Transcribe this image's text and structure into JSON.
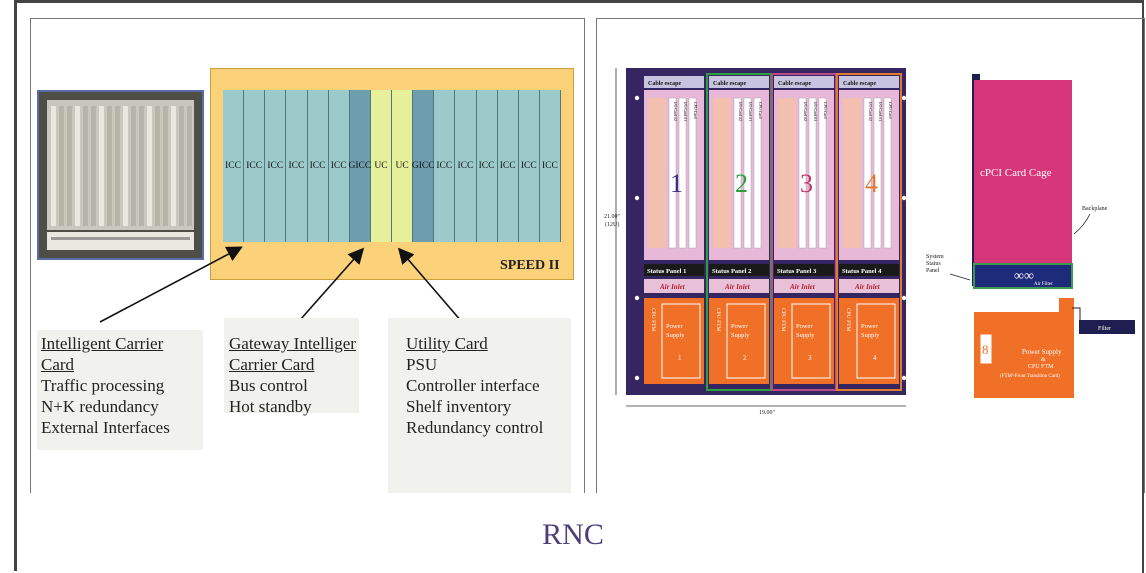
{
  "title": "RNC",
  "shelf": {
    "label": "SPEED II",
    "slots": [
      "ICC",
      "ICC",
      "ICC",
      "ICC",
      "ICC",
      "ICC",
      "GICC",
      "UC",
      "UC",
      "GICC",
      "ICC",
      "ICC",
      "ICC",
      "ICC",
      "ICC",
      "ICC"
    ]
  },
  "captions": {
    "icc": {
      "heading1": "Intelligent Carrier",
      "heading2": "Card",
      "lines": [
        "Traffic processing",
        "N+K redundancy",
        "External Interfaces"
      ]
    },
    "gicc": {
      "heading1": "Gateway Intelliger",
      "heading2": "Carrier Card",
      "lines": [
        "Bus control",
        "Hot standby"
      ]
    },
    "uc": {
      "heading": "Utility Card",
      "lines": [
        "PSU",
        "Controller interface",
        "Shelf inventory",
        "Redundancy control"
      ]
    }
  },
  "rack": {
    "cable_escape": "Cable escape",
    "cpu_card": "CPU Card",
    "io_cards": [
      "I/O Card #2",
      "I/O Card #1"
    ],
    "numbers": [
      "1",
      "2",
      "3",
      "4"
    ],
    "status_panels": [
      "Status Panel 1",
      "Status Panel 2",
      "Status Panel 3",
      "Status Panel 4"
    ],
    "air_inlet": "Air Inlet",
    "power_supply": "Power Supply",
    "cpu_ftm": "CPU FTM",
    "height": "21.00\"",
    "height_units": "(12U)",
    "width": "19.00\""
  },
  "cage": {
    "title": "cPCI Card Cage",
    "backplane": "Backplane",
    "system_status_panel": "System Status Panel",
    "air_filter": "Air Filter",
    "filter": "Filter",
    "ps_line1": "Power Supply",
    "ps_line2": "&",
    "ps_line3": "CPU FTM",
    "ps_line4": "(FTM=Front Transition Card)"
  },
  "colors": {
    "title": "#4c3e78",
    "shelf_bg": "#fbd27a",
    "icc": "#9ccaca",
    "gicc": "#6e9eae",
    "uc": "#e6ef9a",
    "cage": "#d8367a",
    "psu": "#f07028"
  }
}
